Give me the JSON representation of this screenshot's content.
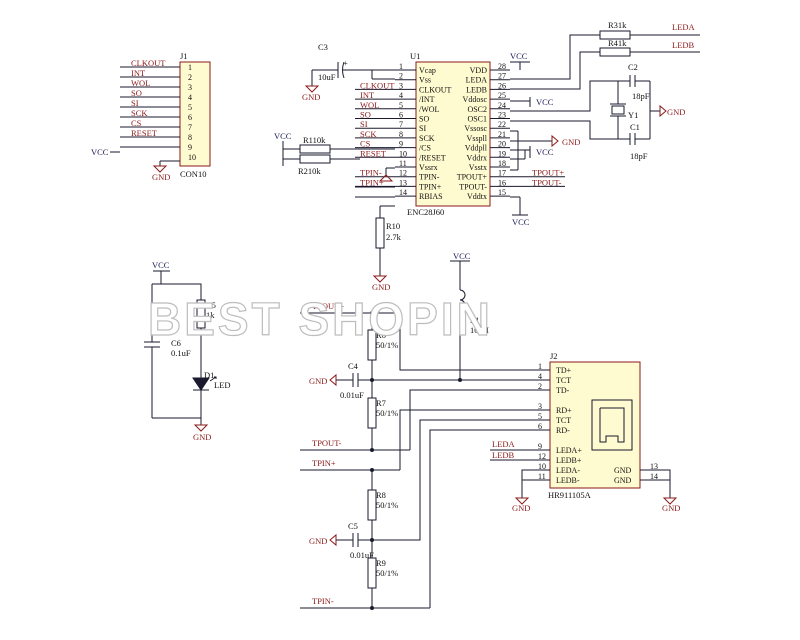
{
  "watermark": "BEST SHOPIN",
  "j1": {
    "ref": "J1",
    "part": "CON10",
    "nets": [
      "CLKOUT",
      "INT",
      "WOL",
      "SO",
      "SI",
      "SCK",
      "CS",
      "RESET",
      "VCC",
      ""
    ],
    "pins": [
      "1",
      "2",
      "3",
      "4",
      "5",
      "6",
      "7",
      "8",
      "9",
      "10"
    ],
    "vcc": "VCC",
    "gnd": "GND"
  },
  "u1": {
    "ref": "U1",
    "part": "ENC28J60",
    "left_pins": [
      {
        "num": "1",
        "name": "Vcap",
        "net": ""
      },
      {
        "num": "2",
        "name": "Vss",
        "net": ""
      },
      {
        "num": "3",
        "name": "CLKOUT",
        "net": "CLKOUT"
      },
      {
        "num": "4",
        "name": "/INT",
        "net": "INT"
      },
      {
        "num": "5",
        "name": "/WOL",
        "net": "WOL"
      },
      {
        "num": "6",
        "name": "SO",
        "net": "SO"
      },
      {
        "num": "7",
        "name": "SI",
        "net": "SI"
      },
      {
        "num": "8",
        "name": "SCK",
        "net": "SCK"
      },
      {
        "num": "9",
        "name": "/CS",
        "net": "CS"
      },
      {
        "num": "10",
        "name": "/RESET",
        "net": "RESET"
      },
      {
        "num": "11",
        "name": "Vssrx",
        "net": ""
      },
      {
        "num": "12",
        "name": "TPIN-",
        "net": "TPIN-"
      },
      {
        "num": "13",
        "name": "TPIN+",
        "net": "TPIN+"
      },
      {
        "num": "14",
        "name": "RBIAS",
        "net": ""
      }
    ],
    "right_pins": [
      {
        "num": "28",
        "name": "VDD",
        "net": ""
      },
      {
        "num": "27",
        "name": "LEDA",
        "net": ""
      },
      {
        "num": "26",
        "name": "LEDB",
        "net": ""
      },
      {
        "num": "25",
        "name": "Vddosc",
        "net": ""
      },
      {
        "num": "24",
        "name": "OSC2",
        "net": ""
      },
      {
        "num": "23",
        "name": "OSC1",
        "net": ""
      },
      {
        "num": "22",
        "name": "Vssosc",
        "net": ""
      },
      {
        "num": "21",
        "name": "Vsspll",
        "net": ""
      },
      {
        "num": "20",
        "name": "Vddpll",
        "net": ""
      },
      {
        "num": "19",
        "name": "Vddrx",
        "net": ""
      },
      {
        "num": "18",
        "name": "Vsstx",
        "net": ""
      },
      {
        "num": "17",
        "name": "TPOUT+",
        "net": "TPOUT+"
      },
      {
        "num": "16",
        "name": "TPOUT-",
        "net": "TPOUT-"
      },
      {
        "num": "15",
        "name": "Vddtx",
        "net": ""
      }
    ]
  },
  "labels": {
    "vcc": "VCC",
    "gnd": "GND",
    "leda": "LEDA",
    "ledb": "LEDB",
    "tpout_p": "TPOUT+",
    "tpout_m": "TPOUT-",
    "tpin_p": "TPIN+",
    "tpin_m": "TPIN-"
  },
  "components": {
    "c3": {
      "ref": "C3",
      "value": "10uF"
    },
    "r1": {
      "ref": "R1",
      "value": "10k"
    },
    "r2": {
      "ref": "R2",
      "value": "10k"
    },
    "r3": {
      "ref": "R3",
      "value": "1k"
    },
    "r4": {
      "ref": "R4",
      "value": "1k"
    },
    "c2": {
      "ref": "C2",
      "value": "18pF"
    },
    "c1": {
      "ref": "C1",
      "value": "18pF"
    },
    "y1": {
      "ref": "Y1"
    },
    "r10": {
      "ref": "R10",
      "value": "2.7k"
    },
    "r5": {
      "ref": "R5",
      "value": "1k"
    },
    "c6": {
      "ref": "C6",
      "value": "0.1uF"
    },
    "d1": {
      "ref": "D1",
      "value": "LED"
    },
    "l1": {
      "ref": "L1",
      "value": "10uH"
    },
    "r6": {
      "ref": "R6",
      "value": "50/1%"
    },
    "r7": {
      "ref": "R7",
      "value": "50/1%"
    },
    "c4": {
      "ref": "C4",
      "value": "0.01uF"
    },
    "r8": {
      "ref": "R8",
      "value": "50/1%"
    },
    "r9": {
      "ref": "R9",
      "value": "50/1%"
    },
    "c5": {
      "ref": "C5",
      "value": "0.01uF"
    }
  },
  "j2": {
    "ref": "J2",
    "part": "HR911105A",
    "pins": [
      {
        "num": "1",
        "name": "TD+"
      },
      {
        "num": "4",
        "name": "TCT"
      },
      {
        "num": "2",
        "name": "TD-"
      },
      {
        "num": "3",
        "name": "RD+"
      },
      {
        "num": "5",
        "name": "TCT"
      },
      {
        "num": "6",
        "name": "RD-"
      },
      {
        "num": "9",
        "name": "LEDA+"
      },
      {
        "num": "12",
        "name": "LEDB+"
      },
      {
        "num": "10",
        "name": "LEDA-"
      },
      {
        "num": "11",
        "name": "LEDB-"
      }
    ],
    "gnd_pins": [
      {
        "num": "13",
        "name": "GND"
      },
      {
        "num": "14",
        "name": "GND"
      }
    ],
    "leda": "LEDA",
    "ledb": "LEDB"
  }
}
